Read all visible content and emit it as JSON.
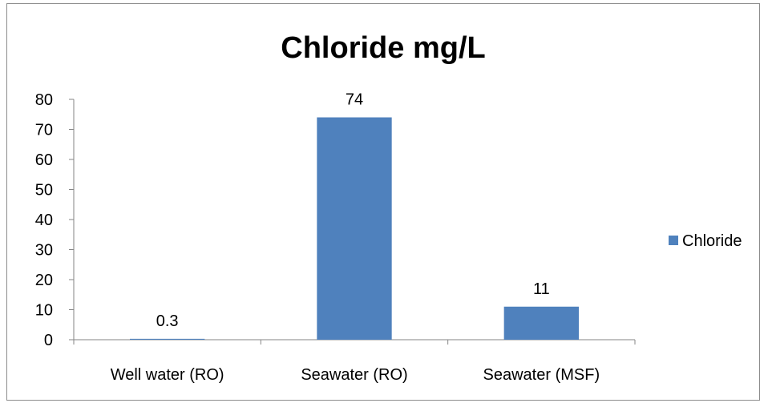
{
  "chart_data": {
    "type": "bar",
    "title": "Chloride mg/L",
    "categories": [
      "Well water (RO)",
      "Seawater (RO)",
      "Seawater (MSF)"
    ],
    "series": [
      {
        "name": "Chloride",
        "values": [
          0.3,
          74,
          11
        ],
        "color": "#4f81bd"
      }
    ],
    "data_labels": [
      "0.3",
      "74",
      "11"
    ],
    "y_ticks": [
      "0",
      "10",
      "20",
      "30",
      "40",
      "50",
      "60",
      "70",
      "80"
    ],
    "ylim": [
      0,
      80
    ],
    "grid": false,
    "legend": {
      "position": "right",
      "label": "Chloride"
    }
  }
}
